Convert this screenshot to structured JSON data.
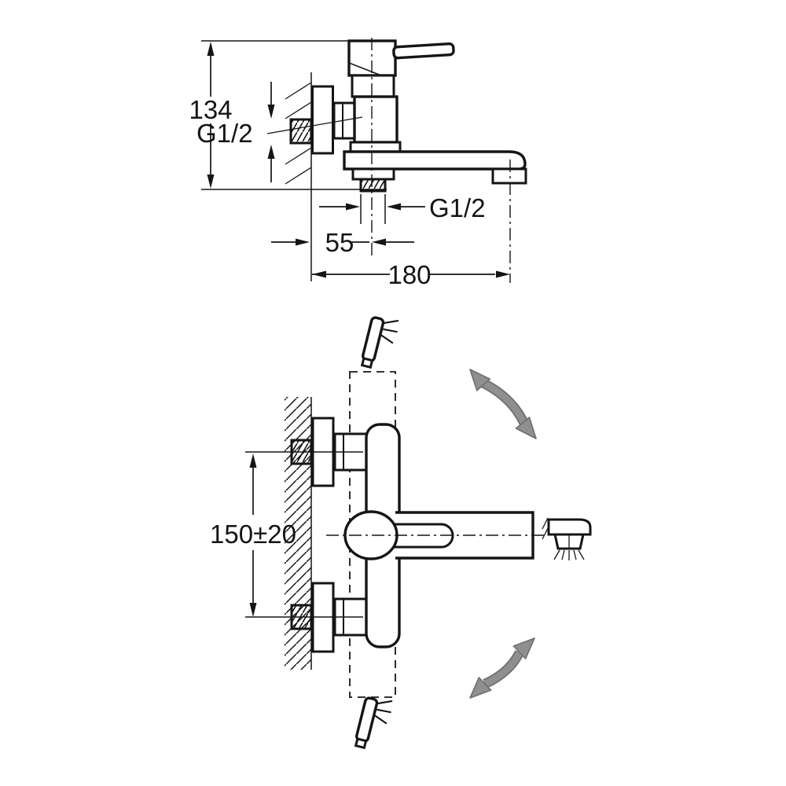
{
  "colors": {
    "line": "#151515",
    "arrow_fill": "#8f8f8f",
    "arrow_stroke": "#6e6e6e",
    "background": "#ffffff"
  },
  "top_view": {
    "labels": {
      "height": "134",
      "inlet_thread": "G1/2",
      "outlet_thread": "G1/2",
      "outlet_offset": "55",
      "spout_reach": "180"
    }
  },
  "front_view": {
    "labels": {
      "connection_spacing": "150±20"
    }
  },
  "icons": {
    "hand_shower_top": "hand-shower-spray",
    "hand_shower_bottom": "hand-shower-spray",
    "spray_head_right": "shower-spray-head",
    "swivel_arrow_top": "curved-double-arrow",
    "swivel_arrow_bottom": "curved-double-arrow"
  }
}
